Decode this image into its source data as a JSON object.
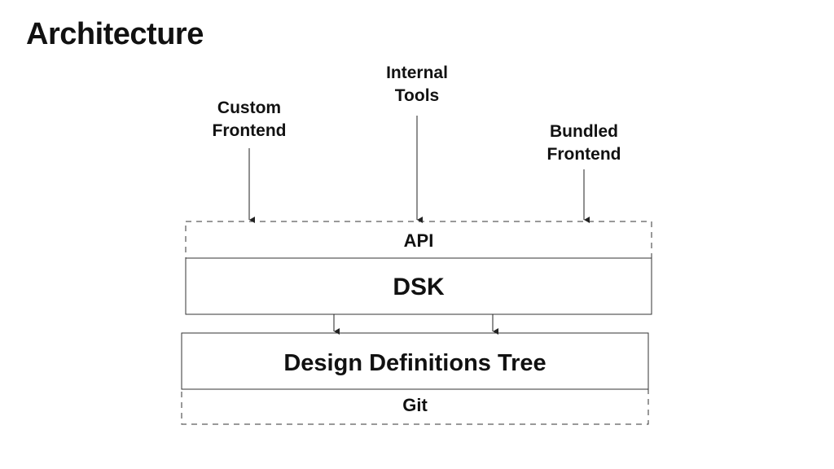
{
  "slide": {
    "title": "Architecture"
  },
  "clients": {
    "custom_frontend": "Custom\nFrontend",
    "internal_tools": "Internal\nTools",
    "bundled_frontend": "Bundled\nFrontend"
  },
  "layers": {
    "api": "API",
    "dsk": "DSK",
    "design_definitions_tree": "Design Definitions Tree",
    "git": "Git"
  },
  "colors": {
    "stroke": "#333333",
    "text": "#111111",
    "background": "#ffffff"
  }
}
